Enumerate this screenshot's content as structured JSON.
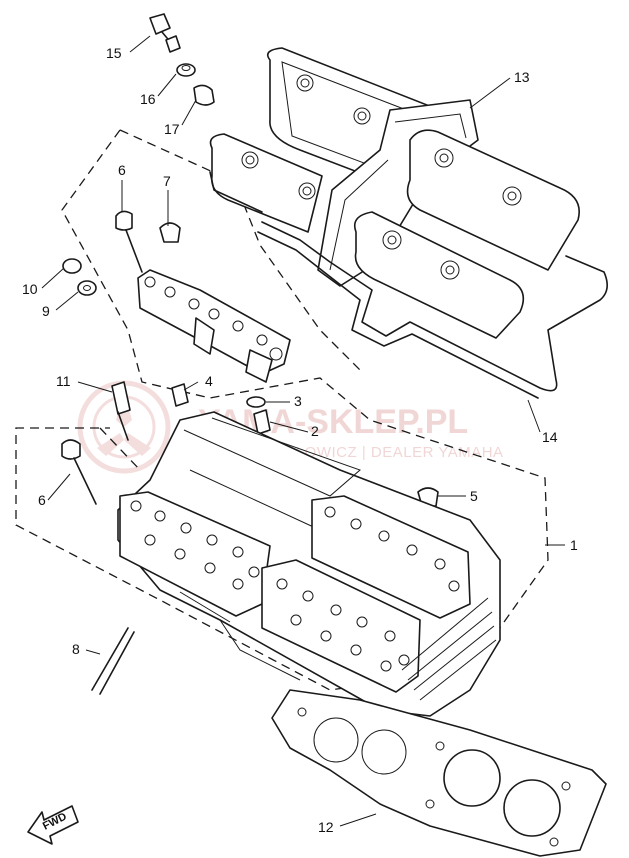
{
  "watermark": {
    "title": "YAMA-SKLEP.PL",
    "subtitle": "SZCZUDŁOWICZ | DEALER YAMAHA"
  },
  "fwd_label": "FWD",
  "callouts": [
    {
      "id": "1",
      "label": "1"
    },
    {
      "id": "2",
      "label": "2"
    },
    {
      "id": "3",
      "label": "3"
    },
    {
      "id": "4",
      "label": "4"
    },
    {
      "id": "5",
      "label": "5"
    },
    {
      "id": "6a",
      "label": "6"
    },
    {
      "id": "6b",
      "label": "6"
    },
    {
      "id": "7",
      "label": "7"
    },
    {
      "id": "8",
      "label": "8"
    },
    {
      "id": "9",
      "label": "9"
    },
    {
      "id": "10",
      "label": "10"
    },
    {
      "id": "11",
      "label": "11"
    },
    {
      "id": "12",
      "label": "12"
    },
    {
      "id": "13",
      "label": "13"
    },
    {
      "id": "14",
      "label": "14"
    },
    {
      "id": "15",
      "label": "15"
    },
    {
      "id": "16",
      "label": "16"
    },
    {
      "id": "17",
      "label": "17"
    }
  ],
  "colors": {
    "line": "#1a1a1a",
    "watermark": "#e7b5b5",
    "background": "#ffffff"
  }
}
